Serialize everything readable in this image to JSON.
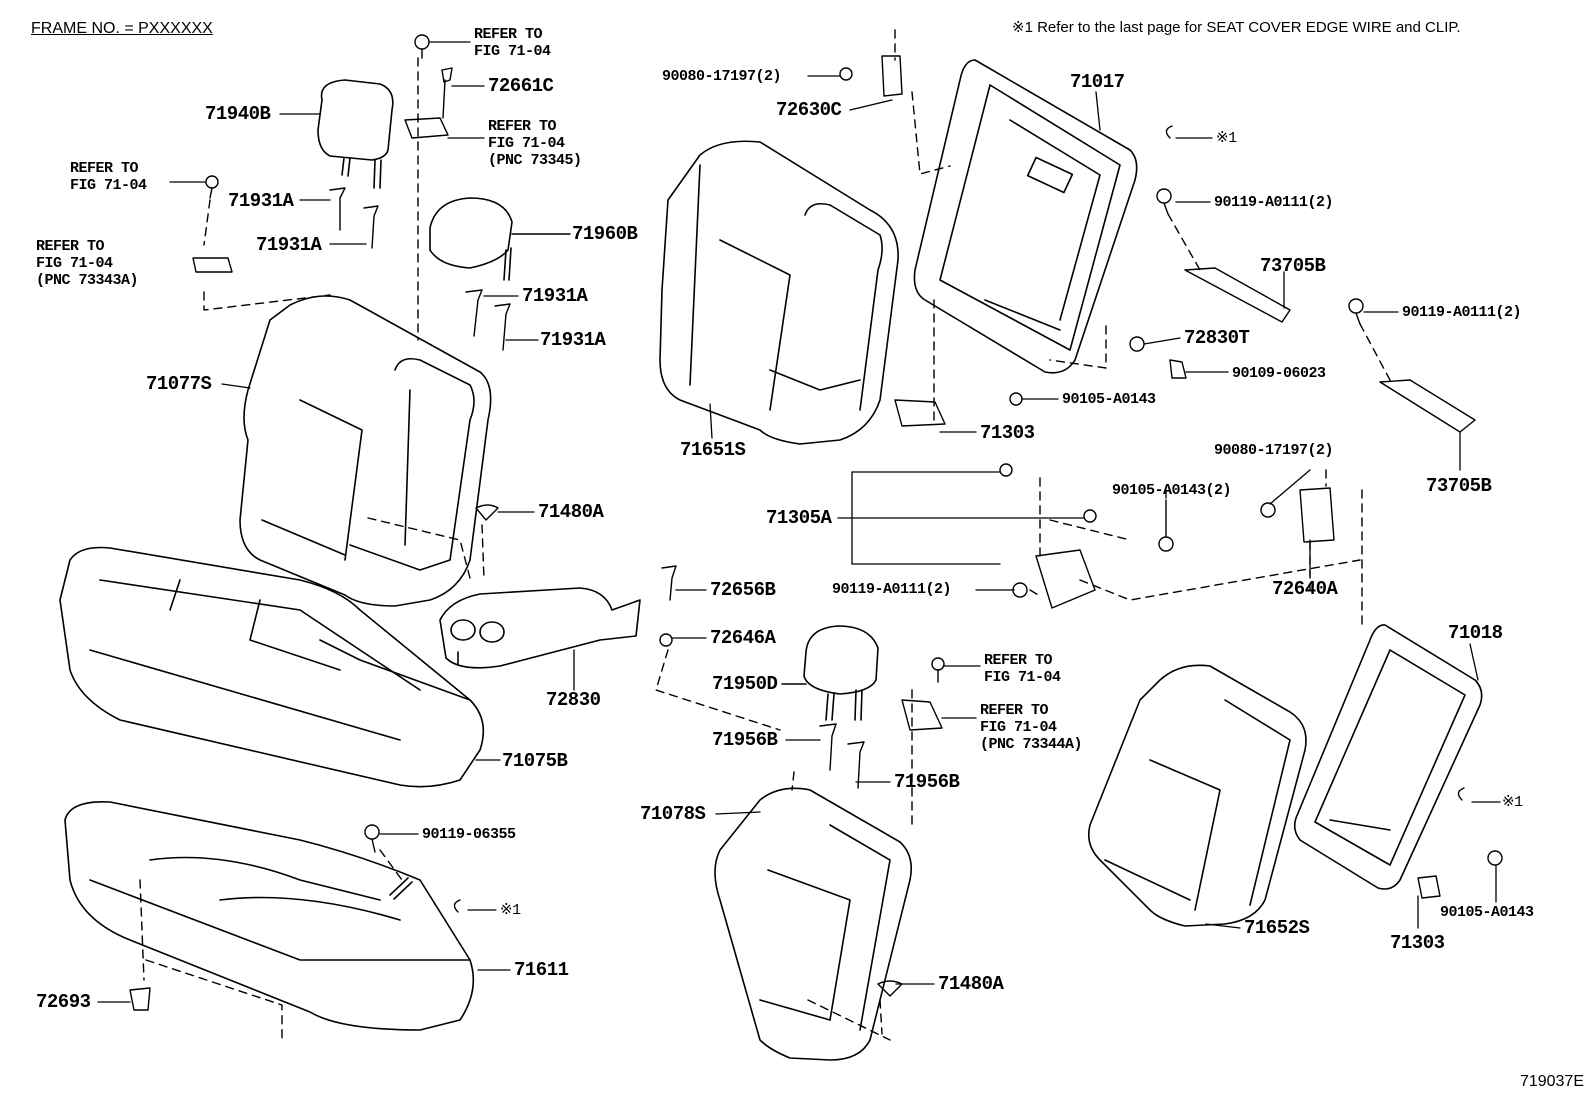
{
  "header": {
    "frame_no": "FRAME NO. = PXXXXXX",
    "note": "※1 Refer to the last page for SEAT COVER EDGE WIRE and CLIP.",
    "illustration_code": "719037E"
  },
  "parts": {
    "p71940B": "71940B",
    "p72661C": "72661C",
    "p71931A_1": "71931A",
    "p71931A_2": "71931A",
    "p71931A_3": "71931A",
    "p71931A_4": "71931A",
    "p71960B": "71960B",
    "p71077S": "71077S",
    "p71480A_1": "71480A",
    "p71480A_2": "71480A",
    "p72830": "72830",
    "p72656B": "72656B",
    "p72646A": "72646A",
    "p71075B": "71075B",
    "p90119_06355": "90119-06355",
    "p71611": "71611",
    "p72693": "72693",
    "p71950D": "71950D",
    "p71956B_1": "71956B",
    "p71956B_2": "71956B",
    "p71078S": "71078S",
    "p90080_17197_1": "90080-17197(2)",
    "p72630C": "72630C",
    "p71651S": "71651S",
    "p71017": "71017",
    "p90119_A0111_1": "90119-A0111(2)",
    "p73705B_1": "73705B",
    "p90119_A0111_2": "90119-A0111(2)",
    "p72830T": "72830T",
    "p90109_06023": "90109-06023",
    "p90105_A0143_1": "90105-A0143",
    "p71303_1": "71303",
    "p73705B_2": "73705B",
    "p90080_17197_2": "90080-17197(2)",
    "p90105_A0143_2": "90105-A0143(2)",
    "p71305A": "71305A",
    "p72640A": "72640A",
    "p90119_A0111_3": "90119-A0111(2)",
    "p71018": "71018",
    "p71652S": "71652S",
    "p90105_A0143_3": "90105-A0143",
    "p71303_2": "71303"
  },
  "refs": {
    "r1": "REFER TO\nFIG 71-04",
    "r2": "REFER TO\nFIG 71-04\n(PNC 73345)",
    "r3": "REFER TO\nFIG 71-04",
    "r4": "REFER TO\nFIG 71-04\n(PNC 73343A)",
    "r5": "REFER TO\nFIG 71-04",
    "r6": "REFER TO\nFIG 71-04\n(PNC 73344A)"
  },
  "marks": {
    "m1": "※1",
    "m2": "※1",
    "m3": "※1"
  }
}
